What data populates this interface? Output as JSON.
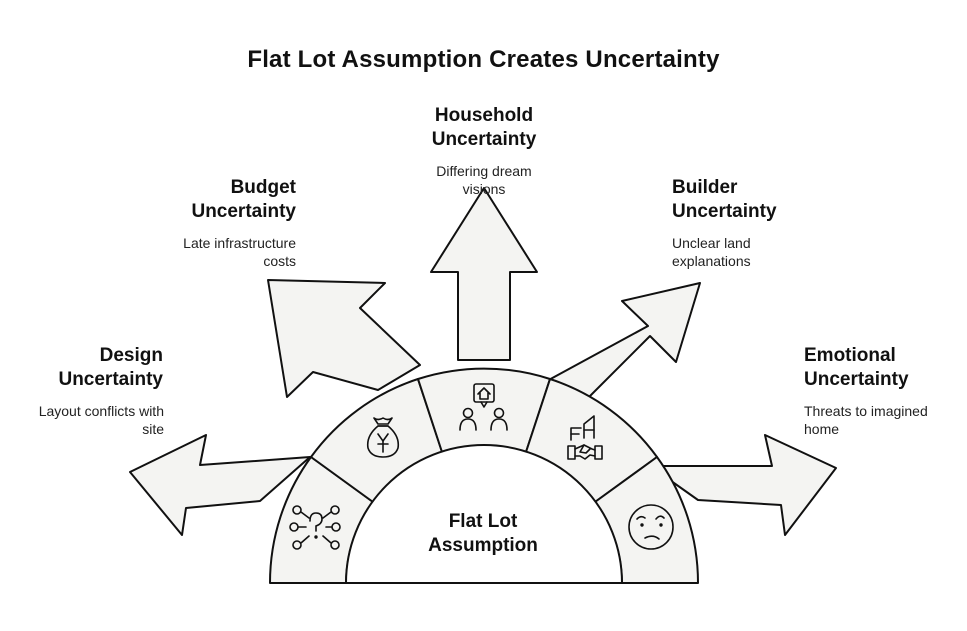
{
  "title": "Flat Lot Assumption Creates Uncertainty",
  "center": {
    "line1": "Flat Lot",
    "line2": "Assumption"
  },
  "items": [
    {
      "heading1": "Design",
      "heading2": "Uncertainty",
      "desc1": "Layout conflicts with",
      "desc2": "site",
      "icon": "question-network-icon"
    },
    {
      "heading1": "Budget",
      "heading2": "Uncertainty",
      "desc1": "Late infrastructure",
      "desc2": "costs",
      "icon": "money-bag-icon"
    },
    {
      "heading1": "Household",
      "heading2": "Uncertainty",
      "desc1": "Differing dream",
      "desc2": "visions",
      "icon": "people-home-icon"
    },
    {
      "heading1": "Builder",
      "heading2": "Uncertainty",
      "desc1": "Unclear land",
      "desc2": "explanations",
      "icon": "handshake-icon"
    },
    {
      "heading1": "Emotional",
      "heading2": "Uncertainty",
      "desc1": "Threats to imagined",
      "desc2": "home",
      "icon": "confused-face-icon"
    }
  ],
  "colors": {
    "fill": "#f4f4f2",
    "stroke": "#111111",
    "background": "#ffffff"
  }
}
